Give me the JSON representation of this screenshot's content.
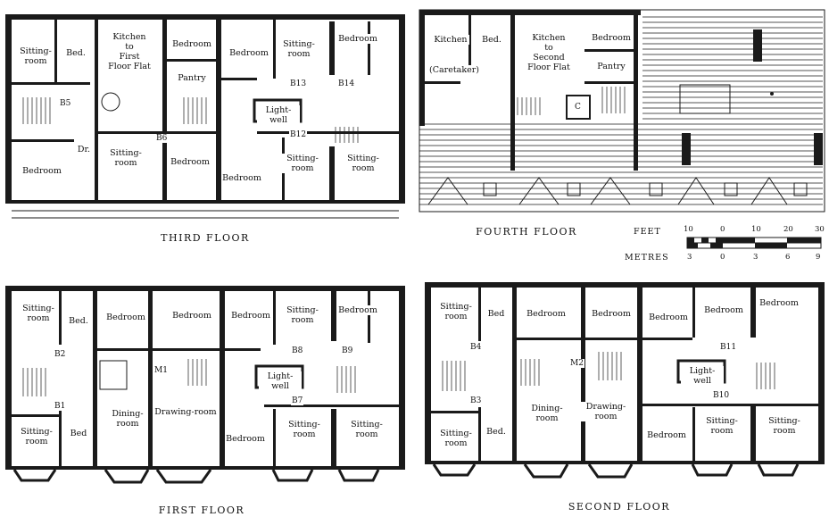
{
  "floors": {
    "third": {
      "title": "THIRD FLOOR",
      "rooms": {
        "sitting_w": "Sitting-\nroom",
        "bed_w": "Bed.",
        "kitchen": "Kitchen\nto\nFirst\nFloor Flat",
        "bedroom_n1": "Bedroom",
        "pantry": "Pantry",
        "bedroom_n2": "Bedroom",
        "sitting_n": "Sitting-\nroom",
        "bedroom_n3": "Bedroom",
        "dr": "Dr.",
        "bedroom_sw": "Bedroom",
        "sitting_s1": "Sitting-\nroom",
        "bedroom_s1": "Bedroom",
        "bedroom_s2": "Bedroom",
        "sitting_s2": "Sitting-\nroom",
        "sitting_s3": "Sitting-\nroom",
        "lightwell": "Light-well",
        "b5": "B5",
        "b6": "B6",
        "b12": "B12",
        "b13": "B13",
        "b14": "B14"
      }
    },
    "fourth": {
      "title": "FOURTH FLOOR",
      "rooms": {
        "kitchen": "Kitchen",
        "caretaker": "(Caretaker)",
        "bed": "Bed.",
        "kitchen2": "Kitchen\nto\nSecond\nFloor Flat",
        "bedroom": "Bedroom",
        "pantry": "Pantry",
        "c": "C"
      }
    },
    "first": {
      "title": "FIRST FLOOR",
      "rooms": {
        "sitting_nw": "Sitting-\nroom",
        "bed_nw": "Bed.",
        "bedroom_1": "Bedroom",
        "bedroom_2": "Bedroom",
        "bedroom_3": "Bedroom",
        "sitting_n": "Sitting-\nroom",
        "bedroom_4": "Bedroom",
        "sitting_sw": "Sitting-\nroom",
        "bed_sw": "Bed",
        "dining": "Dining-\nroom",
        "drawing": "Drawing-room",
        "bedroom_s": "Bedroom",
        "sitting_s1": "Sitting-\nroom",
        "sitting_s2": "Sitting-\nroom",
        "lightwell": "Light-well",
        "b1": "B1",
        "b2": "B2",
        "m1": "M1",
        "b7": "B7",
        "b8": "B8",
        "b9": "B9"
      }
    },
    "second": {
      "title": "SECOND FLOOR",
      "rooms": {
        "sitting_nw": "Sitting-\nroom",
        "bed_nw": "Bed",
        "bedroom_1": "Bedroom",
        "bedroom_2": "Bedroom",
        "bedroom_3": "Bedroom",
        "bedroom_4": "Bedroom",
        "bedroom_5": "Bedroom",
        "sitting_sw": "Sitting-\nroom",
        "bed_sw": "Bed.",
        "dining": "Dining-\nroom",
        "drawing": "Drawing-room",
        "bedroom_s": "Bedroom",
        "sitting_s1": "Sitting-\nroom",
        "sitting_s2": "Sitting-\nroom",
        "lightwell": "Light-well",
        "b3": "B3",
        "b4": "B4",
        "m2": "M2",
        "b10": "B10",
        "b11": "B11"
      }
    }
  },
  "scale": {
    "feet_label": "FEET",
    "metres_label": "METRES",
    "feet_ticks": [
      "10",
      "0",
      "10",
      "20",
      "30"
    ],
    "metres_ticks": [
      "3",
      "0",
      "3",
      "6",
      "9"
    ]
  }
}
